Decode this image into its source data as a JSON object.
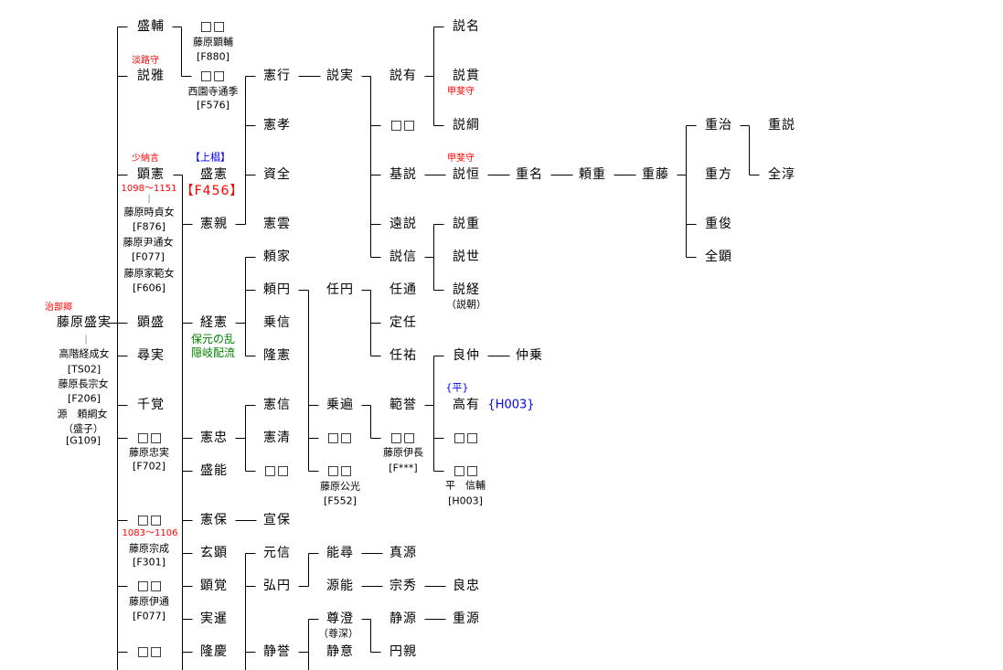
{
  "colors": {
    "title": "#ff0000",
    "clan": "#0000ff",
    "note": "#008000",
    "line": "#000000"
  },
  "root": {
    "title": "治部卿",
    "name": "藤原盛実",
    "sep": "|",
    "wives": [
      "高階経成女",
      "[TS02]",
      "藤原長宗女",
      "[F206]",
      "源　頼綱女",
      "（盛子）",
      "[G109]"
    ]
  },
  "col1": {
    "moriho": "盛輔",
    "awaji": "淡路守",
    "setsuga": "説雅",
    "shonagon": "少納言",
    "akinori": "顕憲",
    "akinori_years": "1098～1151",
    "akinori_sep": "|",
    "akinori_mothers": [
      "藤原時貞女",
      "[F876]",
      "藤原尹通女",
      "[F077]",
      "藤原家範女",
      "[F606]"
    ],
    "akimori": "顕盛",
    "jinjitsu": "尋実",
    "senkaku": "千覚",
    "unk1": "□□",
    "unk1_name": "藤原忠実",
    "unk1_id": "[F702]",
    "unk2": "□□",
    "unk2_years": "1083～1106",
    "unk2_name": "藤原宗成",
    "unk2_id": "[F301]",
    "unk3": "□□",
    "unk3_name": "藤原伊通",
    "unk3_id": "[F077]",
    "unk4": "□□"
  },
  "col2": {
    "unk1": "□□",
    "unk1_name": "藤原顕輔",
    "unk1_id": "[F880]",
    "unk2": "□□",
    "unk2_name": "西園寺通季",
    "unk2_id": "[F576]",
    "uesugi": "【上椙】",
    "morinori": "盛憲",
    "morinori_id": "【F456】",
    "norichika": "憲親",
    "tsunenori": "経憲",
    "note1": "保元の乱",
    "note2": "隠岐配流",
    "noritada": "憲忠",
    "moriyoshi": "盛能",
    "noriyasu": "憲保",
    "genken": "玄顕",
    "kenkaku": "顕覚",
    "jissen": "実暹",
    "ryukei": "隆慶"
  },
  "col3": {
    "a": "憲行",
    "b": "憲孝",
    "c": "資全",
    "d": "憲雲",
    "e": "頼家",
    "f": "頼円",
    "g": "乗信",
    "h": "隆憲",
    "i": "憲信",
    "j": "憲清",
    "k": "□□",
    "l": "宣保",
    "m": "元信",
    "n": "弘円",
    "o": "静誉"
  },
  "col4": {
    "a": "説実",
    "b": "任円",
    "c": "乗遍",
    "d": "□□",
    "e": "□□",
    "e_name": "藤原公光",
    "e_id": "[F552]",
    "f": "能尋",
    "g": "源能",
    "h": "尊澄",
    "h_alt": "（尊深）",
    "i": "静意"
  },
  "col5": {
    "a": "説有",
    "b": "□□",
    "c": "基説",
    "d": "遠説",
    "e": "説信",
    "f": "任通",
    "g": "定任",
    "h": "任祐",
    "i": "範誉",
    "j": "□□",
    "j_name": "藤原伊長",
    "j_id": "[F***]",
    "k": "真源",
    "l": "宗秀",
    "m": "静源",
    "n": "円親"
  },
  "col6": {
    "a": "説名",
    "b": "説貫",
    "kai1": "甲斐守",
    "c": "説綱",
    "kai2": "甲斐守",
    "d": "説恒",
    "e": "説重",
    "f": "説世",
    "g": "説経",
    "g_alt": "（説朝）",
    "h": "良仲",
    "taira": "{平}",
    "i": "高有",
    "i_id": "{H003}",
    "j": "□□",
    "k": "□□",
    "k_name": "平　信輔",
    "k_id": "[H003]",
    "l": "良忠",
    "m": "重源"
  },
  "col7": {
    "a": "重名",
    "b": "仲乗"
  },
  "col8": {
    "a": "頼重"
  },
  "col9": {
    "a": "重藤"
  },
  "col10": {
    "a": "重治",
    "b": "重方",
    "c": "重俊",
    "d": "全顕"
  },
  "col11": {
    "a": "重説",
    "b": "全淳"
  }
}
